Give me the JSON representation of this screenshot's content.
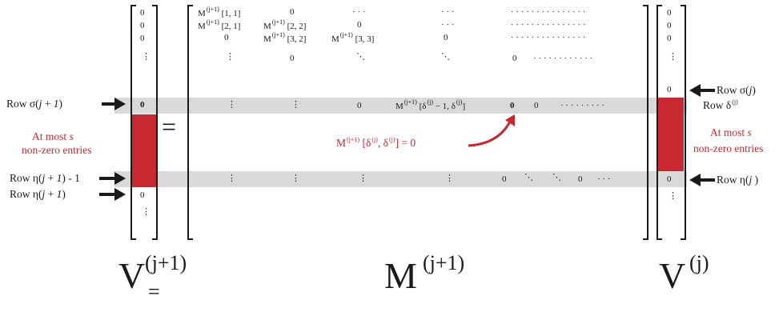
{
  "vector_left": {
    "name_base": "V",
    "name_sup": "(j+1)",
    "equals": "=",
    "top_entries": [
      "0",
      "0",
      "0",
      "⋮"
    ],
    "highlight_entry": "0",
    "bottom_entries": [
      "0",
      "⋮"
    ]
  },
  "equals_sign": "=",
  "matrix": {
    "name_base": "M",
    "name_sup": "(j+1)",
    "row1": {
      "m1": "M",
      "sup1": "(j+1)",
      "idx1": "[1, 1]",
      "zero": "0",
      "dots1": "· · ·",
      "dots2": "· · ·",
      "dots3": "· · ·   · · ·   · · ·   · · ·   · · ·"
    },
    "row2": {
      "m1": "M",
      "sup1": "(j+1)",
      "idx1": "[2, 1]",
      "m2": "M",
      "sup2": "(j+1)",
      "idx2": "[2, 2]",
      "zero": "0",
      "dots2": "· · ·",
      "dots3": "· · ·   · · ·   · · ·   · · ·   · · ·"
    },
    "row3": {
      "zero1": "0",
      "m2": "M",
      "sup2": "(j+1)",
      "idx2": "[3, 2]",
      "m3": "M",
      "sup3": "(j+1)",
      "idx3": "[3, 3]",
      "zero2": "0",
      "dots3": "· · ·   · · ·   · · ·   · · ·   · · ·"
    },
    "row4": {
      "vd1": "⋮",
      "zero": "0",
      "dd1": "⋱",
      "dd2": "⋱",
      "zero2": "0",
      "dots3": "· · ·   · · ·   · · ·   · · ·"
    },
    "sigma_row": {
      "vd1": "⋮",
      "vd2": "⋮",
      "zero": "0",
      "m": "M",
      "sup": "(j+1)",
      "idx": "[δ",
      "sup_b": "(j)",
      "idx2": " − 1, δ",
      "sup_c": "(j)",
      "idx3": "]",
      "bold0": "0",
      "zero2": "0",
      "dots": "· · ·   · · ·   · · ·"
    },
    "eta_row": {
      "vd1": "⋮",
      "vd2": "⋮",
      "vd3": "⋮",
      "vd4": "⋮",
      "zero": "0",
      "dd1": "⋱",
      "dd2": "⋱",
      "zero2": "0",
      "dots": "· · ·"
    }
  },
  "annotation": {
    "m": "M",
    "sup": "(j+1)",
    "idx1": "[δ",
    "sup_b": "(j)",
    "idx2": ", δ",
    "sup_c": "(j)",
    "idx3": "] = 0"
  },
  "vector_right": {
    "name_base": "V",
    "name_sup": "(j)",
    "top_entries": [
      "0",
      "0",
      "0",
      "⋮"
    ],
    "zero_above_red": "0",
    "eta_entry": "0",
    "bottom_entries": [
      "⋮"
    ]
  },
  "labels_left": {
    "sigma": {
      "pre": "Row σ(",
      "j": "j",
      "post": " + ",
      "one": "1",
      "close": ")"
    },
    "eta_minus": {
      "pre": "Row η(",
      "j": "j",
      "post": " + ",
      "one": "1",
      "close": ") - 1"
    },
    "eta": {
      "pre": "Row η(",
      "j": "j",
      "post": " + ",
      "one": "1",
      "close": ")"
    },
    "at_most_1": "At most ",
    "at_most_s": "s",
    "nonzero": "non-zero entries"
  },
  "labels_right": {
    "sigma": {
      "pre": "Row σ(",
      "j": "j",
      "close": ")"
    },
    "delta": {
      "pre": "Row δ",
      "sup": "(j)"
    },
    "eta": {
      "pre": "Row η(",
      "j": "j",
      "close": " )"
    },
    "at_most_1": "At most ",
    "at_most_s": "s",
    "nonzero": "non-zero entries"
  },
  "colors": {
    "band": "#d9d9d9",
    "red": "#c8282f",
    "arrow": "#1a1a1a",
    "annotation": "#c8282f"
  }
}
